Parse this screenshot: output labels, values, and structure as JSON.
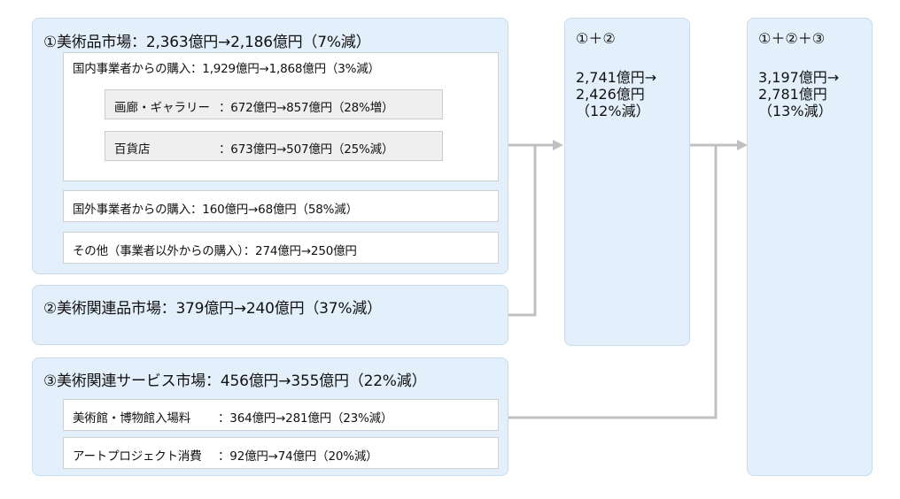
{
  "market1": {
    "title": "①美術品市場：2,363億円→2,186億円（7%減）",
    "domestic": {
      "text": "国内事業者からの購入：1,929億円→1,868億円（3%減）",
      "gallery": {
        "label": "画廊・ギャラリー",
        "value": "：672億円→857億円（28%増）"
      },
      "department": {
        "label": "百貨店",
        "value": "：673億円→507億円（25%減）"
      }
    },
    "overseas": "国外事業者からの購入：160億円→68億円（58%減）",
    "other": "その他（事業者以外からの購入）：274億円→250億円"
  },
  "market2": {
    "title": "②美術関連品市場：379億円→240億円（37%減）"
  },
  "market3": {
    "title": "③美術関連サービス市場：456億円→355億円（22%減）",
    "museum": {
      "label": "美術館・博物館入場料",
      "value": "：364億円→281億円（23%減）"
    },
    "art_project": {
      "label": "アートプロジェクト消費",
      "value": "：92億円→74億円（20%減）"
    }
  },
  "sum12": {
    "title": "①＋②",
    "line1": "2,741億円→",
    "line2": "2,426億円",
    "line3": "（12%減）"
  },
  "sum123": {
    "title": "①＋②＋③",
    "line1": "3,197億円→",
    "line2": "2,781億円",
    "line3": "（13%減）"
  },
  "colors": {
    "panel_fill": "#e3f0fb",
    "connector": "#c0c0c0"
  }
}
